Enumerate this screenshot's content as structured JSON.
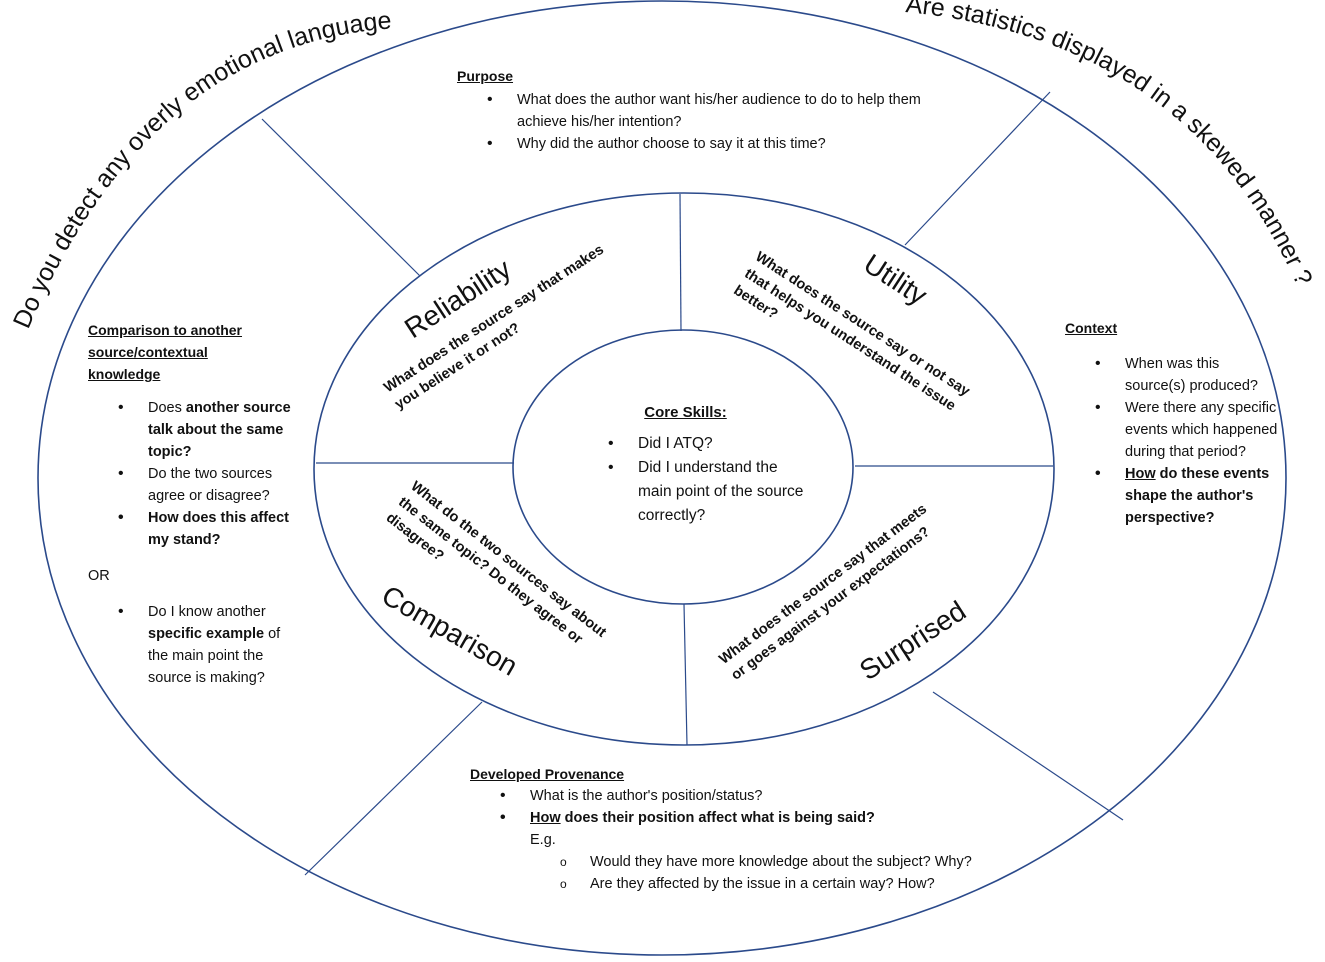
{
  "outer_questions": {
    "left": "Do you detect any overly emotional language ?",
    "right": "Are statistics displayed in a skewed manner ?"
  },
  "purpose": {
    "title": "Purpose",
    "bullets": [
      "What does the author want his/her audience to do to help them achieve his/her intention?",
      "Why did the author choose to say it at this time?"
    ]
  },
  "comparison_outer": {
    "title_line1": "Comparison to another",
    "title_line2": "source/contextual",
    "title_line3": "knowledge",
    "b1_pre": "Does ",
    "b1_bold": "another source talk about the same topic?",
    "b2": "Do the two sources agree or disagree?",
    "b3": "How does this affect my stand?",
    "or": "OR",
    "b4_pre": "Do I know another ",
    "b4_bold": "specific example",
    "b4_post": " of the main point the source is making?"
  },
  "context": {
    "title": "Context",
    "b1": "When was this source(s) produced?",
    "b2": "Were there any specific events which happened during that period?",
    "b3_u": "How",
    "b3_rest": " do these events shape the author's perspective?"
  },
  "provenance": {
    "title": "Developed Provenance",
    "b1": "What is the author's position/status?",
    "b2_u": "How",
    "b2_rest": " does their position affect what is being said?",
    "eg": "E.g.",
    "s1": "Would they have more knowledge about the subject? Why?",
    "s2": "Are they affected by the issue in a certain way? How?"
  },
  "core": {
    "title": "Core Skills:",
    "b1": "Did I ATQ?",
    "b2": "Did I understand the main point of the source correctly?"
  },
  "slices": {
    "reliability": {
      "title": "Reliability",
      "question": "What does the source say that makes you believe it or not?"
    },
    "utility": {
      "title": "Utility",
      "question": "What does the source say or not say that helps you understand the issue better?"
    },
    "comparison": {
      "title": "Comparison",
      "question": "What do the two sources say about the same topic? Do they agree or disagree?"
    },
    "surprised": {
      "title": "Surprised",
      "question": "What does the source say that meets or goes against your expectations?"
    }
  },
  "colors": {
    "line": "#2b4a8b",
    "text": "#111111"
  }
}
